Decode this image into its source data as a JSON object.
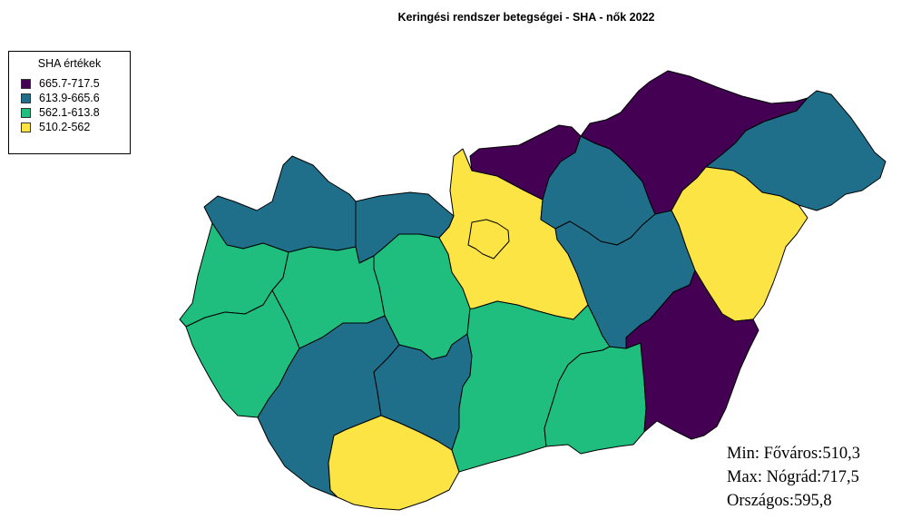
{
  "title": "Keringési rendszer betegségei  - SHA - nők 2022",
  "legend": {
    "title": "SHA értékek",
    "items": [
      {
        "label": "665.7-717.5",
        "color": "#440154"
      },
      {
        "label": "613.9-665.6",
        "color": "#1f6f8b"
      },
      {
        "label": "562.1-613.8",
        "color": "#1fbe7f"
      },
      {
        "label": "510.2-562",
        "color": "#fde445"
      }
    ]
  },
  "stats": {
    "min": "Min: Főváros:510,3",
    "max": "Max: Nógrád:717,5",
    "national": "Országos:595,8"
  }
}
